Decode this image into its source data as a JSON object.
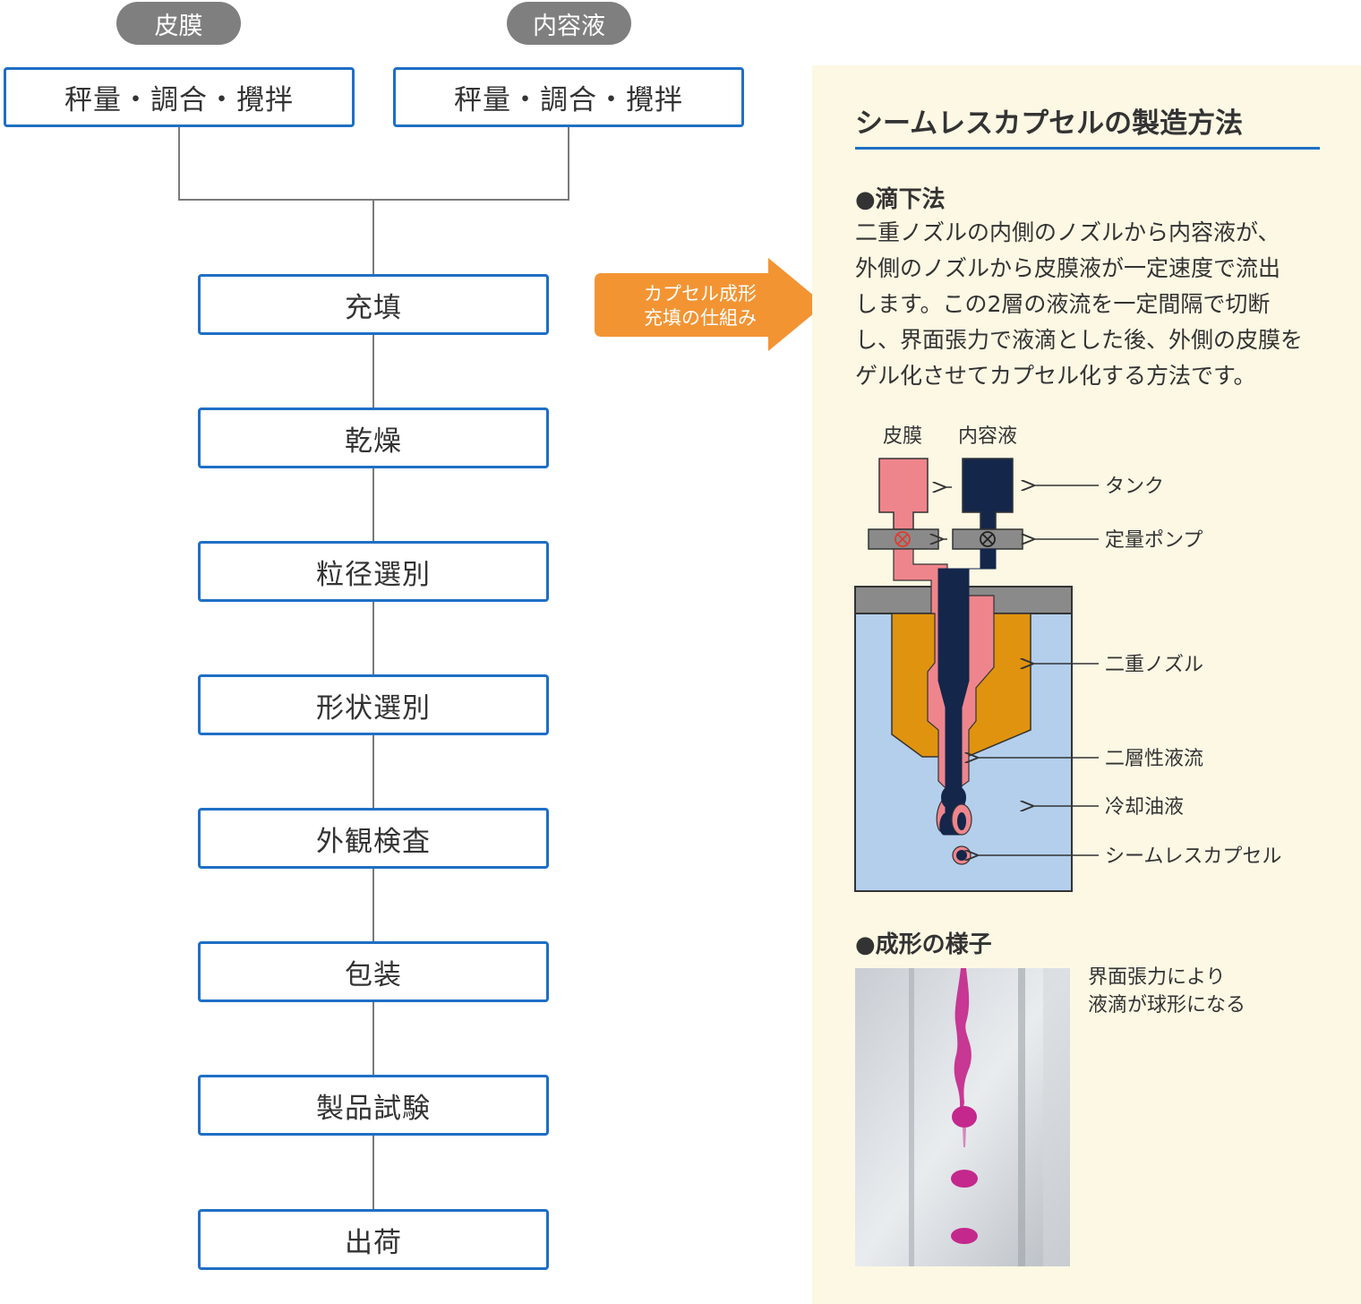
{
  "inputs": [
    {
      "tag": "皮膜",
      "label": "秤量・調合・攪拌"
    },
    {
      "tag": "内容液",
      "label": "秤量・調合・攪拌"
    }
  ],
  "steps": [
    "充填",
    "乾燥",
    "粒径選別",
    "形状選別",
    "外観検査",
    "包装",
    "製品試験",
    "出荷"
  ],
  "arrow": {
    "line1": "カプセル成形",
    "line2": "充填の仕組み",
    "color": "#f39433"
  },
  "panel": {
    "title": "シームレスカプセルの製造方法",
    "method_heading": "●滴下法",
    "description_lines": [
      "二重ノズルの内側のノズルから内容液が、",
      "外側のノズルから皮膜液が一定速度で流出",
      "します。この2層の液流を一定間隔で切断",
      "し、界面張力で液滴とした後、外側の皮膜を",
      "ゲル化させてカプセル化する方法です。"
    ],
    "diagram": {
      "top_labels": [
        "皮膜",
        "内容液"
      ],
      "callouts": [
        "タンク",
        "定量ポンプ",
        "二重ノズル",
        "二層性液流",
        "冷却油液",
        "シームレスカプセル"
      ]
    },
    "photo_heading": "●成形の様子",
    "photo_caption_lines": [
      "界面張力により",
      "液滴が球形になる"
    ]
  },
  "colors": {
    "box_border": "#1f6fc5",
    "panel_bg": "#fdf8e4",
    "shell": "#ef858c",
    "content": "#14264a",
    "nozzle": "#e0930f",
    "oil": "#b3cfec",
    "droplet": "#c4288c"
  }
}
